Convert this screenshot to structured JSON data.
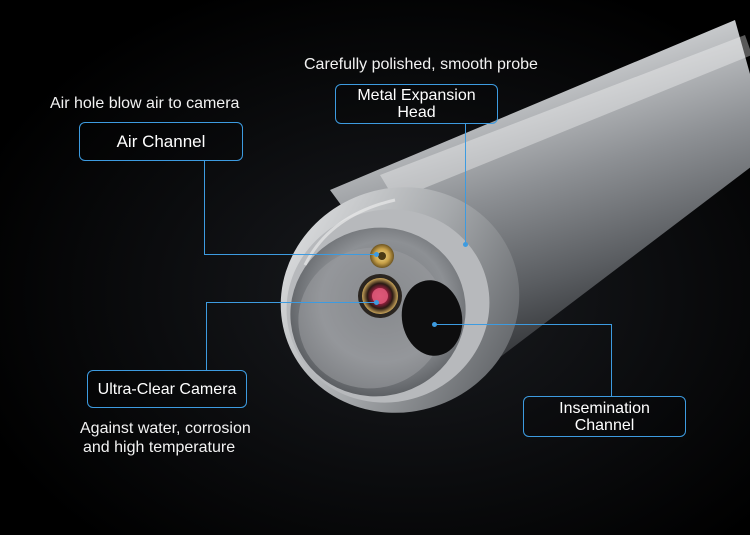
{
  "captions": {
    "polished": "Carefully polished, smooth probe",
    "air_hole": "Air hole blow air to camera",
    "resist_line1": "Against water, corrosion",
    "resist_line2": "and high temperature"
  },
  "labels": {
    "metal_head_line1": "Metal Expansion",
    "metal_head_line2": "Head",
    "air_channel": "Air Channel",
    "camera": "Ultra-Clear Camera",
    "insemination_line1": "Insemination",
    "insemination_line2": "Channel"
  },
  "colors": {
    "callout": "#3d9be0",
    "background": "#000000"
  }
}
